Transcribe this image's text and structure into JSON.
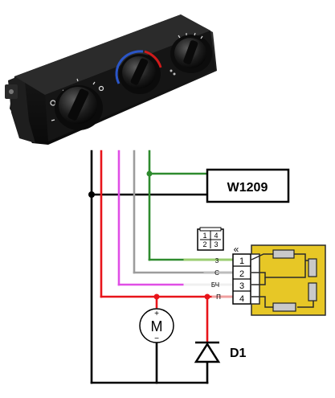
{
  "photo": {
    "subject": "heater-control-panel",
    "knobs": [
      "left-knob",
      "middle-knob",
      "right-knob"
    ]
  },
  "components": {
    "w1209": "W1209",
    "diode": "D1",
    "motor": "M",
    "motor_plus": "+",
    "motor_minus": "−"
  },
  "connector_icon": {
    "pins": [
      "1",
      "4",
      "2",
      "3"
    ]
  },
  "harness": {
    "pin_numbers": [
      "1",
      "2",
      "3",
      "4"
    ],
    "wire_labels": [
      "3",
      "С",
      "БЧ",
      "П"
    ],
    "connector_symbol": "«"
  },
  "colors": {
    "black": "#000000",
    "red": "#e8141a",
    "magenta": "#e04ee6",
    "gray": "#9c9c9c",
    "green": "#2e8b2e",
    "resistor_board": "#e7c726",
    "board_outline": "#2a2a2a"
  }
}
